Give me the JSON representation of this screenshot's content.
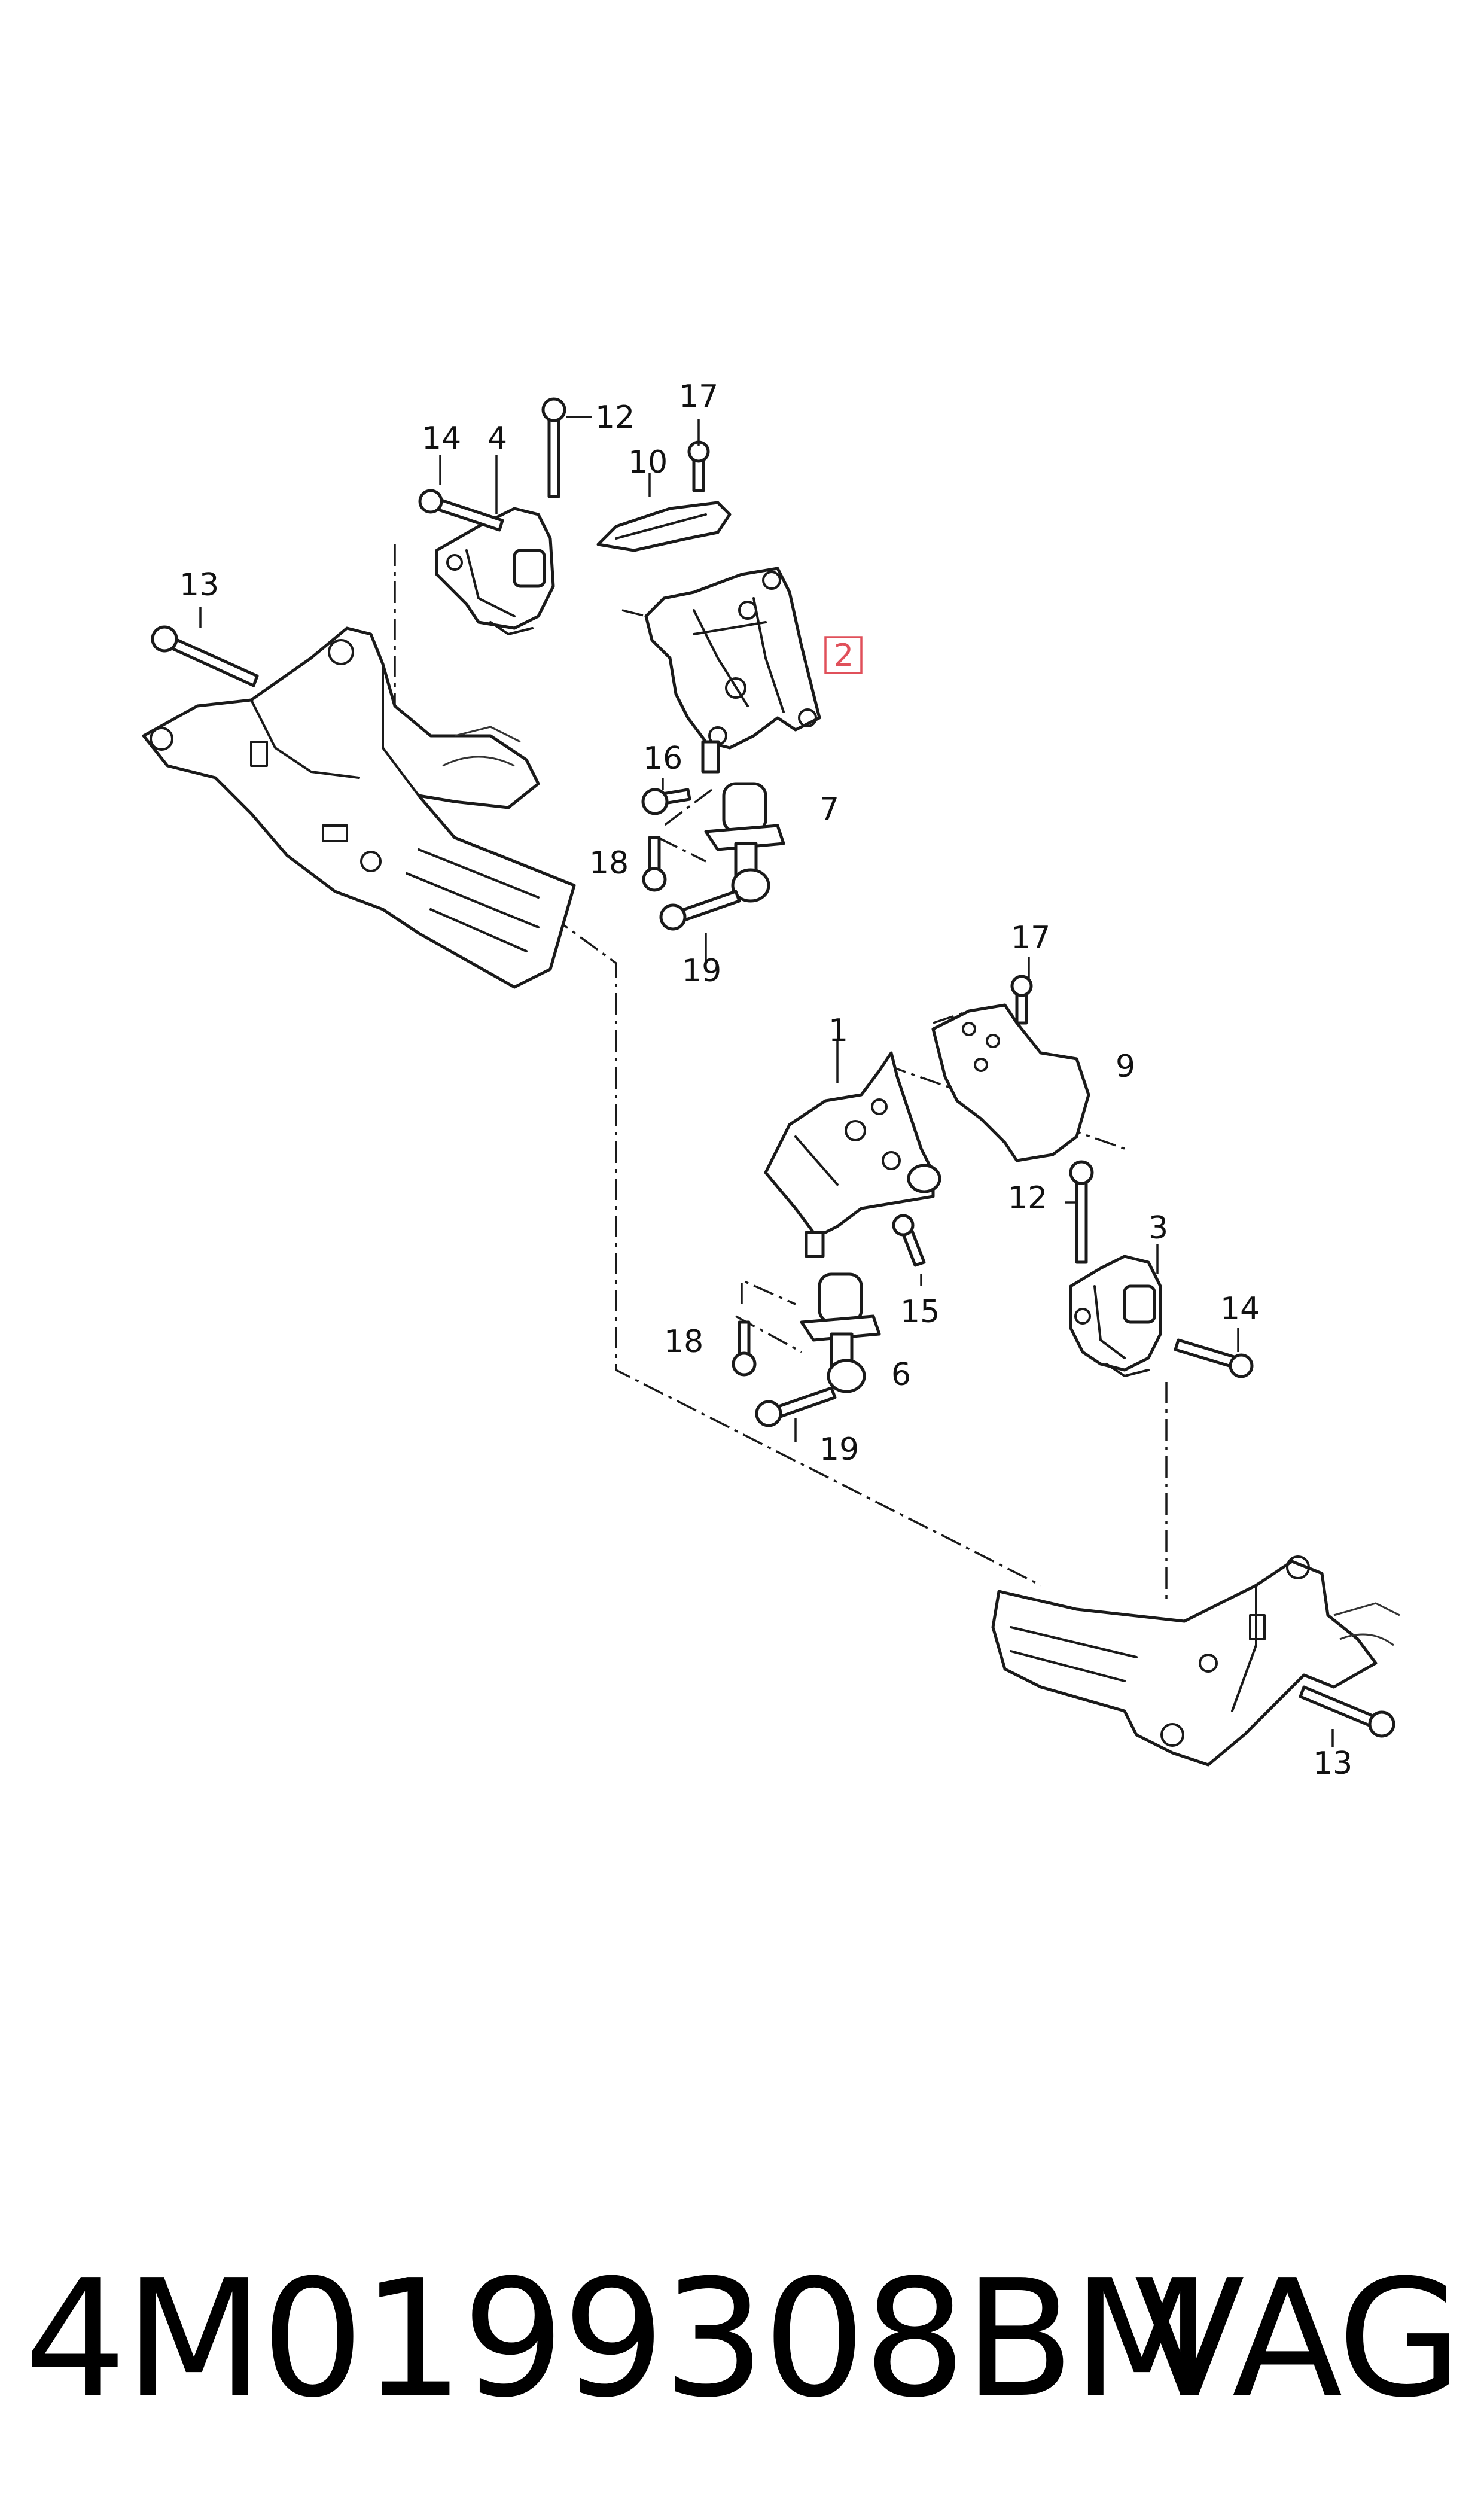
{
  "callouts": {
    "c1": "1",
    "c2": "2",
    "c3": "3",
    "c4": "4",
    "c6": "6",
    "c7": "7",
    "c9": "9",
    "c10": "10",
    "c12a": "12",
    "c12b": "12",
    "c13a": "13",
    "c13b": "13",
    "c14a": "14",
    "c14b": "14",
    "c15": "15",
    "c16": "16",
    "c17a": "17",
    "c17b": "17",
    "c18a": "18",
    "c18b": "18",
    "c19a": "19",
    "c19b": "19"
  },
  "highlight": {
    "label": "2",
    "color": "#e0505a"
  },
  "footer": {
    "part_number": "4M0199308BM",
    "brand": "VAG"
  }
}
